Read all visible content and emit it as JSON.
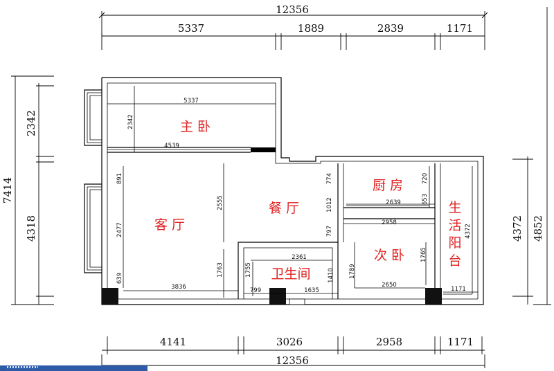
{
  "plan": {
    "top_total": "12356",
    "top_segments": [
      "5337",
      "1889",
      "2839",
      "1171"
    ],
    "bottom_total": "12356",
    "bottom_segments": [
      "4141",
      "3026",
      "2958",
      "1171"
    ],
    "left_total": "7414",
    "left_segments": [
      "2342",
      "4318"
    ],
    "right_segments": [
      "4372",
      "4852"
    ],
    "rooms": {
      "master_bedroom": "主 卧",
      "kitchen": "厨 房",
      "dining": "餐 厅",
      "living": "客 厅",
      "bathroom": "卫生间",
      "second_bedroom": "次 卧",
      "service_balcony": [
        "生",
        "活",
        "阳",
        "台"
      ]
    },
    "inner_dims": {
      "master_width": "5337",
      "master_depth": "2342",
      "master_inner": "4539",
      "living_891": "891",
      "living_2477": "2477",
      "living_639": "639",
      "living_width": "3836",
      "living_2555": "2555",
      "living_1763": "1763",
      "dining_774": "774",
      "dining_1012": "1012",
      "dining_797": "797",
      "kitchen_width": "2639",
      "kitchen_720": "720",
      "kitchen_653": "653",
      "second_width_top": "2958",
      "second_1789": "1789",
      "second_1765": "1765",
      "second_width": "2650",
      "bath_width": "2361",
      "bath_1755": "1755",
      "bath_1410": "1410",
      "bath_799": "799",
      "bath_1635": "1635",
      "balcony_4372": "4372",
      "balcony_1171": "1171"
    }
  }
}
